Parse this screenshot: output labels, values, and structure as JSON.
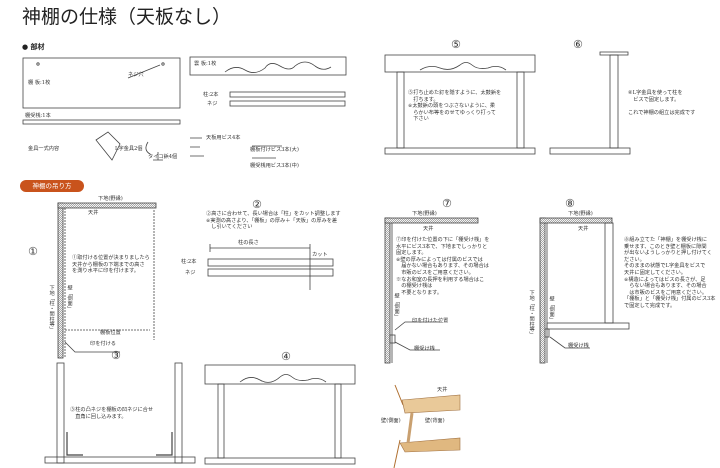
{
  "title": "神棚の仕様（天板なし）",
  "parts": {
    "heading": "● 部材",
    "shelf": "棚 板:1枚",
    "screw_hole": "ネジ穴",
    "cloud": "雲 板:1枚",
    "pillar": "柱:2本",
    "screw": "ネジ",
    "rail": "棚受桟:1本",
    "hardware": "金具一式内容",
    "l_bracket": "L字金具2個",
    "tack": "タイコ鋲4個",
    "top_screw": "天板用ビス4本",
    "shelf_screw": "棚板付けビス3本(大)",
    "rail_screw": "棚受桟用ビス3本(中)"
  },
  "hanging_tag": "神棚の吊り方",
  "steps": {
    "s1": {
      "num": "①",
      "text": "①取付ける位置が決まりましたら\n天井から棚板の下端までの高さ\nを測り水平に印を付けます。",
      "base": "下地(野縁)",
      "ceiling": "天井",
      "wall": "壁「側面」",
      "stud": "下地「柱・間柱等」",
      "shelf_pos": "棚板位置",
      "mark": "印を付ける"
    },
    "s2": {
      "num": "②",
      "text": "②高さに合わせて、長い場合は「柱」をカット調整します\n※実測の高さより、「棚板」の厚み＋「天板」の厚みを差\n　し引いてください",
      "length": "柱の長さ",
      "cut": "カット",
      "pillar": "柱:2本",
      "screw": "ネジ"
    },
    "s3": {
      "num": "③",
      "text": "③柱の凸ネジを棚板の凹ネジに合せ\n　直角に回し込みます。"
    },
    "s4": {
      "num": "④"
    },
    "s5": {
      "num": "⑤",
      "text": "⑤打ち止めた釘を隠すように、太鼓鋲を\n　打ちます。\n※太鼓鋲の頭をつぶさないように、柔\n　らかい布等をのせてゆっくり打って\n　下さい"
    },
    "s6": {
      "num": "⑥",
      "text": "⑥L字金具を使って柱を\n　ビスで固定します。\n\nこれで神棚の組立は完成です"
    },
    "s7": {
      "num": "⑦",
      "text": "⑦印を付けた位置の下に「棚受け桟」を\n水平にビス3本で、下地までしっかりと\n固定します。\n※壁の厚みによっては付属のビスでは\n　届かない場合もあります、その場合は\n　市販のビスをご用意ください。\n※なお和室の長押を利用する場合はこ\n　の棚受け桟は\n　不要となります。",
      "base": "下地(野縁)",
      "ceiling": "天井",
      "wall": "壁「側面」",
      "stud": "下地「柱・間柱等」",
      "mark": "印を付けた位置",
      "rail": "棚受け桟"
    },
    "s8": {
      "num": "⑧",
      "text": "⑧組み立てた「神棚」を棚受け桟に\n乗せます、このとき壁と棚板に隙間\nが出ないようしっかりと押し付けてく\nださい。\nそのままの状態でL字金具をビスで\n天井に固定してください。\n※構造によってはビスの長さが、足\n　らない場合もあります、その場合\n　は市販のビスをご用意ください。\n「棚板」と「棚受け桟」付属のビス3本\nで固定して完成です。",
      "base": "下地(野縁)",
      "ceiling": "天井",
      "wall": "壁「側面」",
      "rail": "棚受け桟"
    },
    "photo": {
      "ceiling": "天井",
      "wall_side": "壁(側面)",
      "wall_back": "壁(背面)"
    }
  }
}
